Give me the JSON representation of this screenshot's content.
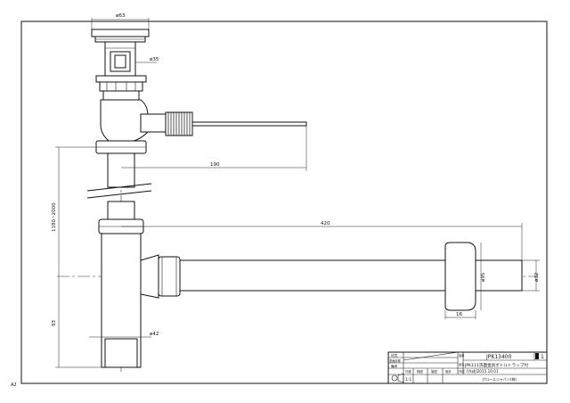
{
  "drawing": {
    "sheet_marker": "A2"
  },
  "dimensions": {
    "cap_diameter": "ø63",
    "stem_diameter": "ø35",
    "lever_length": "190",
    "trap_height": "1180~2000",
    "horizontal_length": "420",
    "tail_height": "93",
    "tail_diameter": "ø42",
    "pipe_diameter": "ø32",
    "socket_diameter": "ø95",
    "socket_width": "16"
  },
  "title_block": {
    "label_material": "材質",
    "label_surface": "表面処理",
    "label_note": "備考",
    "label_scale": "尺度",
    "label_check": "検図",
    "label_drawn": "製図",
    "label_design": "設計",
    "label_date": "作成",
    "scale_value": "1:1",
    "part_no_label": "品番",
    "part_no": "JPK13400",
    "name_label": "品名",
    "part_name": "JPK111洗面金具ボトルトラップ付",
    "date_value": "[作成]2015.10.01",
    "company": "グローエジャパン(株)",
    "sheet_count": "1"
  }
}
